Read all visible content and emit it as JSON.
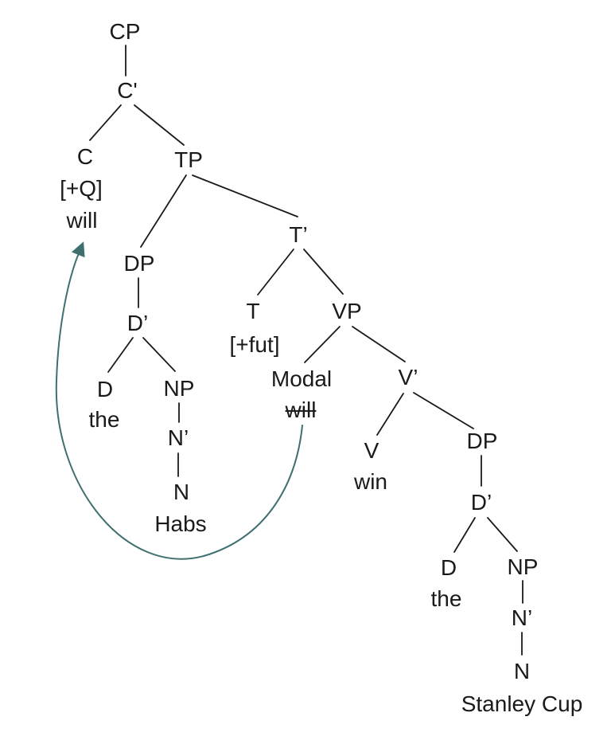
{
  "diagram": {
    "type": "syntax-tree",
    "nodes": {
      "cp": "CP",
      "c_bar": "C'",
      "c": "C",
      "c_feature": "[+Q]",
      "c_will": "will",
      "tp": "TP",
      "subj_dp": "DP",
      "subj_d_bar": "D’",
      "subj_d": "D",
      "subj_the": "the",
      "subj_np": "NP",
      "subj_n_bar": "N’",
      "subj_n": "N",
      "subj_noun": "Habs",
      "t_bar": "T’",
      "t": "T",
      "t_feature": "[+fut]",
      "modal_label": "Modal",
      "modal_will": "will",
      "vp": "VP",
      "v_bar": "V’",
      "v": "V",
      "verb": "win",
      "obj_dp": "DP",
      "obj_d_bar": "D’",
      "obj_d": "D",
      "obj_the": "the",
      "obj_np": "NP",
      "obj_n_bar": "N’",
      "obj_n": "N",
      "obj_noun": "Stanley Cup"
    },
    "edges": [
      [
        "cp",
        "c_bar"
      ],
      [
        "c_bar",
        "c"
      ],
      [
        "c_bar",
        "tp"
      ],
      [
        "tp",
        "subj_dp"
      ],
      [
        "tp",
        "t_bar"
      ],
      [
        "subj_dp",
        "subj_d_bar"
      ],
      [
        "subj_d_bar",
        "subj_d"
      ],
      [
        "subj_d_bar",
        "subj_np"
      ],
      [
        "subj_np",
        "subj_n_bar"
      ],
      [
        "subj_n_bar",
        "subj_n"
      ],
      [
        "t_bar",
        "t"
      ],
      [
        "t_bar",
        "vp"
      ],
      [
        "vp",
        "modal_label"
      ],
      [
        "vp",
        "v_bar"
      ],
      [
        "v_bar",
        "v"
      ],
      [
        "v_bar",
        "obj_dp"
      ],
      [
        "obj_dp",
        "obj_d_bar"
      ],
      [
        "obj_d_bar",
        "obj_d"
      ],
      [
        "obj_d_bar",
        "obj_np"
      ],
      [
        "obj_np",
        "obj_n_bar"
      ],
      [
        "obj_n_bar",
        "obj_n"
      ]
    ],
    "movement": {
      "from": "modal_will",
      "to": "c_will",
      "source_marking": "strikethrough"
    },
    "colors": {
      "text": "#1a1a1a",
      "edge": "#1a1a1a",
      "arrow": "#3f6f6e",
      "background": "#ffffff"
    }
  }
}
